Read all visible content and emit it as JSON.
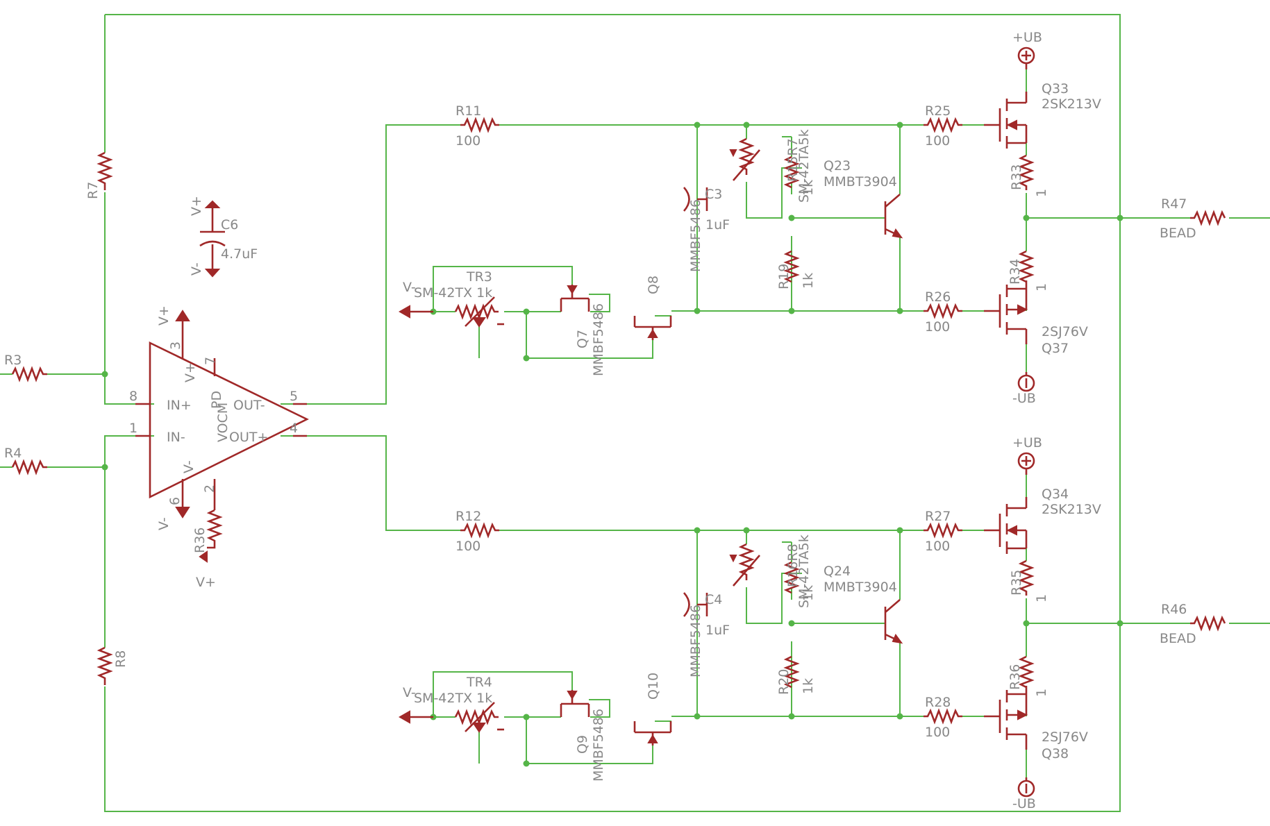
{
  "opamp": {
    "pins": {
      "p3": "3",
      "p7": "7",
      "p8": "8",
      "p1": "1",
      "p5": "5",
      "p4": "4",
      "p6": "6",
      "p2": "2"
    },
    "labels": {
      "vplus": "V+",
      "pd": "PD",
      "inp": "IN+",
      "inn": "IN-",
      "outn": "OUT-",
      "outp": "OUT+",
      "vocm": "VOCM",
      "vminus": "V-"
    },
    "supply_top": "V+",
    "supply_bottom": "V-"
  },
  "c6": {
    "name": "C6",
    "value": "4.7uF",
    "vtop": "V+",
    "vbot": "V-"
  },
  "r3": "R3",
  "r4": "R4",
  "r7": "R7",
  "r8": "R8",
  "r36a": {
    "name": "R36",
    "net": "V+"
  },
  "top": {
    "r_in": {
      "name": "R11",
      "value": "100"
    },
    "cap": {
      "name": "C3",
      "value": "1uF"
    },
    "trim_hi": {
      "name": "SM-42TA5k"
    },
    "r_hi": {
      "name": "R15R7",
      "value": "1k"
    },
    "r_lo": {
      "name": "R19",
      "value": "1k"
    },
    "bjt": {
      "name": "Q23",
      "value": "MMBT3904"
    },
    "r_g1": {
      "name": "R25",
      "value": "100"
    },
    "r_g2": {
      "name": "R26",
      "value": "100"
    },
    "r_s1": {
      "name": "R33",
      "value": "1"
    },
    "r_s2": {
      "name": "R34",
      "value": "1"
    },
    "fet_n": {
      "name": "Q33",
      "value": "2SK213V"
    },
    "fet_p": {
      "name": "Q37",
      "value": "2SJ76V"
    },
    "pos": "+UB",
    "neg": "-UB",
    "bead": {
      "name": "R47",
      "value": "BEAD"
    },
    "trim_lo": {
      "name": "TR3",
      "value": "SM-42TX 1k",
      "net": "V-"
    },
    "jfet_a": {
      "name": "Q7",
      "value": "MMBF5486"
    },
    "jfet_b": {
      "name": "Q8",
      "value": "MMBF5486"
    }
  },
  "bottom": {
    "r_in": {
      "name": "R12",
      "value": "100"
    },
    "cap": {
      "name": "C4",
      "value": "1uF"
    },
    "trim_hi": {
      "name": "SM-42TA5k"
    },
    "r_hi": {
      "name": "R16R8",
      "value": "1k"
    },
    "r_lo": {
      "name": "R20",
      "value": "1k"
    },
    "bjt": {
      "name": "Q24",
      "value": "MMBT3904"
    },
    "r_g1": {
      "name": "R27",
      "value": "100"
    },
    "r_g2": {
      "name": "R28",
      "value": "100"
    },
    "r_s1": {
      "name": "R35",
      "value": "1"
    },
    "r_s2": {
      "name": "R36",
      "value": "1"
    },
    "fet_n": {
      "name": "Q34",
      "value": "2SK213V"
    },
    "fet_p": {
      "name": "Q38",
      "value": "2SJ76V"
    },
    "pos": "+UB",
    "neg": "-UB",
    "bead": {
      "name": "R46",
      "value": "BEAD"
    },
    "trim_lo": {
      "name": "TR4",
      "value": "SM-42TX 1k",
      "net": "V-"
    },
    "jfet_a": {
      "name": "Q9",
      "value": "MMBF5486"
    },
    "jfet_b": {
      "name": "Q10",
      "value": "MMBF5486"
    }
  }
}
